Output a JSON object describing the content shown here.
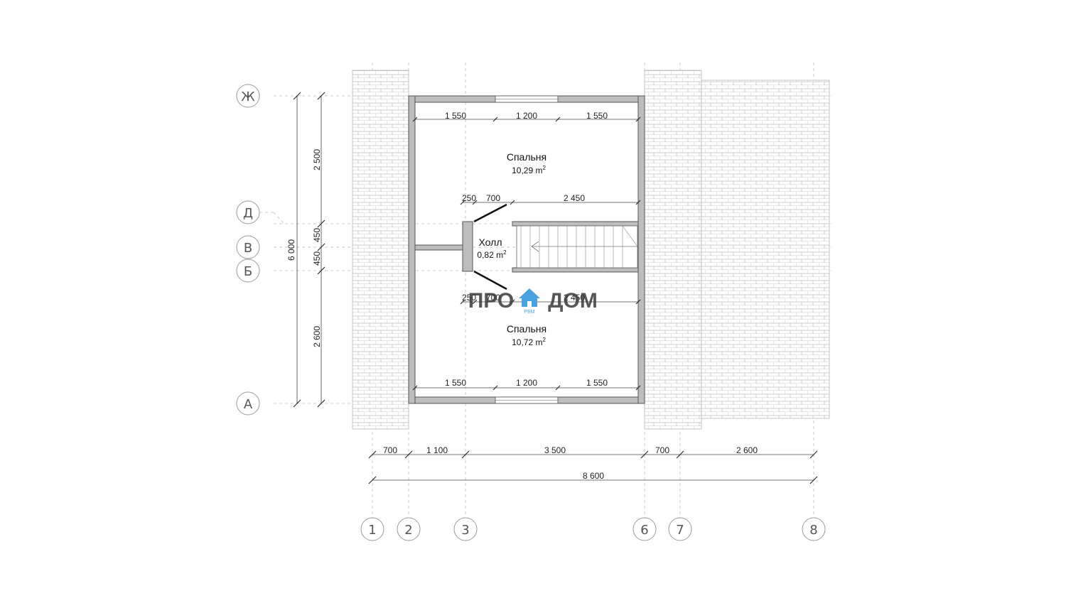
{
  "plan": {
    "rooms": [
      {
        "name": "Спальня",
        "area": "10,29 m",
        "sup": "2"
      },
      {
        "name": "Холл",
        "area": "0,82 m",
        "sup": "2"
      },
      {
        "name": "Спальня",
        "area": "10,72 m",
        "sup": "2"
      }
    ],
    "axes_letters": [
      "Ж",
      "Д",
      "В",
      "Б",
      "А"
    ],
    "axes_numbers": [
      "1",
      "2",
      "3",
      "6",
      "7",
      "8"
    ],
    "dims_vertical_outer": "6 000",
    "dims_vertical_inner": [
      "2 500",
      "450",
      "450",
      "2 600"
    ],
    "dims_bottom_row1": [
      "700",
      "1 100",
      "3 500",
      "700",
      "2 600"
    ],
    "dims_bottom_total": "8 600",
    "dims_top_room": [
      "1 550",
      "1 200",
      "1 550"
    ],
    "dims_bottom_room": [
      "1 550",
      "1 200",
      "1 550"
    ],
    "dims_upper_mid": [
      "250",
      "700",
      "2 450"
    ],
    "dims_lower_mid": [
      "250",
      "700",
      "2 450"
    ]
  },
  "logo": {
    "left": "ПРО",
    "right": "ДОМ",
    "small": "РЕМ"
  },
  "colors": {
    "wall": "#bdbdbd",
    "logo_text": "#3a3a3a",
    "logo_accent": "#4aa3df"
  }
}
